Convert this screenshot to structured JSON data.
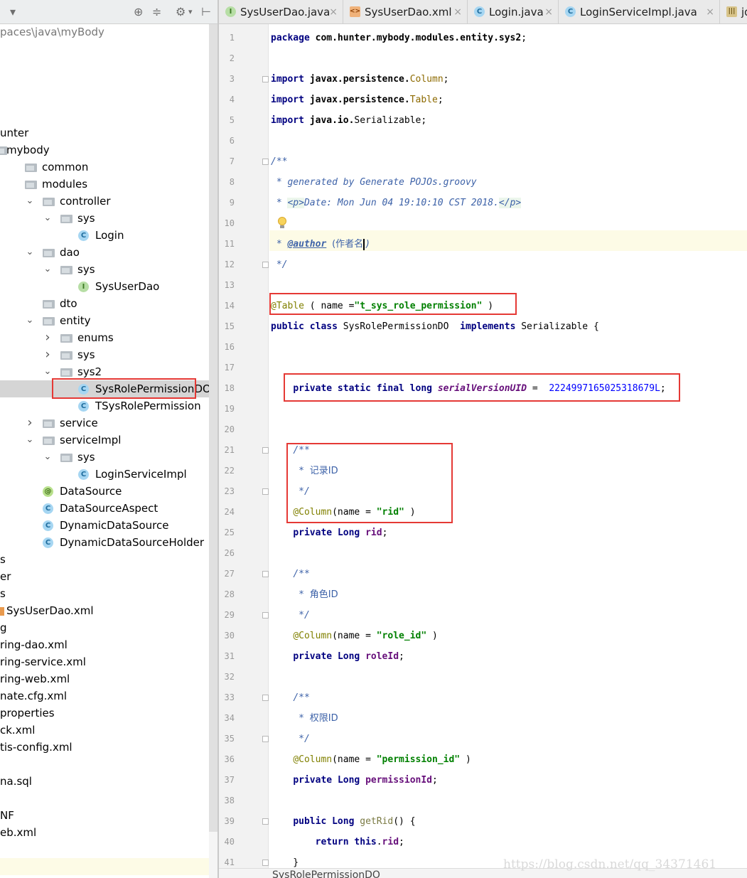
{
  "project": {
    "path_fragment": "paces\\java\\myBody",
    "tree": [
      {
        "label": "unter",
        "icon": "none",
        "arrow": "none",
        "depth": -1
      },
      {
        "label": "mybody",
        "icon": "folder-icon",
        "arrow": "none",
        "depth": -1
      },
      {
        "label": "common",
        "icon": "folder-icon",
        "arrow": "none",
        "depth": 0
      },
      {
        "label": "modules",
        "icon": "folder-icon",
        "arrow": "none",
        "depth": 0
      },
      {
        "label": "controller",
        "icon": "folder-icon",
        "arrow": "expanded",
        "depth": 1
      },
      {
        "label": "sys",
        "icon": "folder-icon",
        "arrow": "expanded",
        "depth": 2
      },
      {
        "label": "Login",
        "icon": "class-icon",
        "arrow": "none",
        "depth": 3
      },
      {
        "label": "dao",
        "icon": "folder-icon",
        "arrow": "expanded",
        "depth": 1
      },
      {
        "label": "sys",
        "icon": "folder-icon",
        "arrow": "expanded",
        "depth": 2
      },
      {
        "label": "SysUserDao",
        "icon": "interface-icon",
        "arrow": "none",
        "depth": 3
      },
      {
        "label": "dto",
        "icon": "folder-icon",
        "arrow": "none",
        "depth": 1
      },
      {
        "label": "entity",
        "icon": "folder-icon",
        "arrow": "expanded",
        "depth": 1
      },
      {
        "label": "enums",
        "icon": "folder-icon",
        "arrow": "collapsed",
        "depth": 2
      },
      {
        "label": "sys",
        "icon": "folder-icon",
        "arrow": "collapsed",
        "depth": 2
      },
      {
        "label": "sys2",
        "icon": "folder-icon",
        "arrow": "expanded",
        "depth": 2
      },
      {
        "label": "SysRolePermissionDO",
        "icon": "class-icon",
        "arrow": "none",
        "depth": 3,
        "selected": true
      },
      {
        "label": "TSysRolePermission",
        "icon": "class-icon",
        "arrow": "none",
        "depth": 3
      },
      {
        "label": "service",
        "icon": "folder-icon",
        "arrow": "collapsed",
        "depth": 1
      },
      {
        "label": "serviceImpl",
        "icon": "folder-icon",
        "arrow": "expanded",
        "depth": 1
      },
      {
        "label": "sys",
        "icon": "folder-icon",
        "arrow": "expanded",
        "depth": 2
      },
      {
        "label": "LoginServiceImpl",
        "icon": "class-icon",
        "arrow": "none",
        "depth": 3
      },
      {
        "label": "DataSource",
        "icon": "annotation-icon",
        "arrow": "none",
        "depth": 1
      },
      {
        "label": "DataSourceAspect",
        "icon": "class-icon",
        "arrow": "none",
        "depth": 1
      },
      {
        "label": "DynamicDataSource",
        "icon": "class-icon",
        "arrow": "none",
        "depth": 1
      },
      {
        "label": "DynamicDataSourceHolder",
        "icon": "class-icon",
        "arrow": "none",
        "depth": 1
      },
      {
        "label": "s",
        "icon": "none",
        "arrow": "none",
        "depth": -1
      },
      {
        "label": "er",
        "icon": "none",
        "arrow": "none",
        "depth": -1
      },
      {
        "label": "s",
        "icon": "none",
        "arrow": "none",
        "depth": -1
      },
      {
        "label": "SysUserDao.xml",
        "icon": "xml-icon",
        "arrow": "none",
        "depth": -1
      },
      {
        "label": "g",
        "icon": "none",
        "arrow": "none",
        "depth": -1
      },
      {
        "label": "ring-dao.xml",
        "icon": "none",
        "arrow": "none",
        "depth": -1
      },
      {
        "label": "ring-service.xml",
        "icon": "none",
        "arrow": "none",
        "depth": -1
      },
      {
        "label": "ring-web.xml",
        "icon": "none",
        "arrow": "none",
        "depth": -1
      },
      {
        "label": "nate.cfg.xml",
        "icon": "none",
        "arrow": "none",
        "depth": -1
      },
      {
        "label": "properties",
        "icon": "none",
        "arrow": "none",
        "depth": -1
      },
      {
        "label": "ck.xml",
        "icon": "none",
        "arrow": "none",
        "depth": -1
      },
      {
        "label": "tis-config.xml",
        "icon": "none",
        "arrow": "none",
        "depth": -1
      },
      {
        "label": "",
        "icon": "none",
        "arrow": "none",
        "depth": -1
      },
      {
        "label": "na.sql",
        "icon": "none",
        "arrow": "none",
        "depth": -1
      },
      {
        "label": "",
        "icon": "none",
        "arrow": "none",
        "depth": -1
      },
      {
        "label": "NF",
        "icon": "none",
        "arrow": "none",
        "depth": -1
      },
      {
        "label": "eb.xml",
        "icon": "none",
        "arrow": "none",
        "depth": -1
      }
    ]
  },
  "tabs": [
    {
      "label": "SysUserDao.java",
      "icon": "interface-icon",
      "glyph": "I"
    },
    {
      "label": "SysUserDao.xml",
      "icon": "xml-icon",
      "glyph": "<>"
    },
    {
      "label": "Login.java",
      "icon": "class-icon",
      "glyph": "C"
    },
    {
      "label": "LoginServiceImpl.java",
      "icon": "class-icon",
      "glyph": "C"
    },
    {
      "label": "jdl",
      "icon": "library-icon",
      "glyph": "|||"
    }
  ],
  "tab_close_glyph": "×",
  "icon_glyphs": {
    "class": "C",
    "interface": "I",
    "annotation": "@"
  },
  "code": {
    "line_numbers": [
      "1",
      "2",
      "3",
      "4",
      "5",
      "6",
      "7",
      "8",
      "9",
      "10",
      "11",
      "12",
      "13",
      "14",
      "15",
      "16",
      "17",
      "18",
      "19",
      "20",
      "21",
      "22",
      "23",
      "24",
      "25",
      "26",
      "27",
      "28",
      "29",
      "30",
      "31",
      "32",
      "33",
      "34",
      "35",
      "36",
      "37",
      "38",
      "39",
      "40",
      "41"
    ],
    "package_path": "com.hunter.mybody.modules.entity.sys2",
    "imports": [
      "javax.persistence.",
      "Column",
      "javax.persistence.",
      "Table",
      "java.io.",
      "Serializable"
    ],
    "doc_generated": "generated by Generate POJOs.groovy",
    "doc_p_open": "<p>",
    "doc_date": "Date: Mon Jun 04 19:10:10 CST 2018.",
    "doc_p_close": "</p>",
    "doc_author_tag": "@author",
    "doc_author_name": "(作者名",
    "doc_author_close": ")",
    "table_annotation": "@Table",
    "table_name": "\"t_sys_role_permission\"",
    "class_name": "SysRolePermissionDO",
    "implements_name": "Serializable",
    "serial_field": "serialVersionUID",
    "serial_value": "2224997165025318679L",
    "column_annotation": "@Column",
    "fields": [
      {
        "comment": "记录ID",
        "column": "\"rid\"",
        "type": "Long",
        "name": "rid"
      },
      {
        "comment": "角色ID",
        "column": "\"role_id\"",
        "type": "Long",
        "name": "roleId"
      },
      {
        "comment": "权限ID",
        "column": "\"permission_id\"",
        "type": "Long",
        "name": "permissionId"
      }
    ],
    "getter_name": "getRid",
    "getter_return": "rid"
  },
  "breadcrumb": "SysRolePermissionDO",
  "watermark": "https://blog.csdn.net/qq_34371461",
  "colors": {
    "keyword": "#000080",
    "string": "#008000",
    "number": "#0000ff",
    "annotation": "#808000",
    "field": "#660e7a",
    "doc_comment": "#3d62a8",
    "highlight_box": "#e53935"
  }
}
